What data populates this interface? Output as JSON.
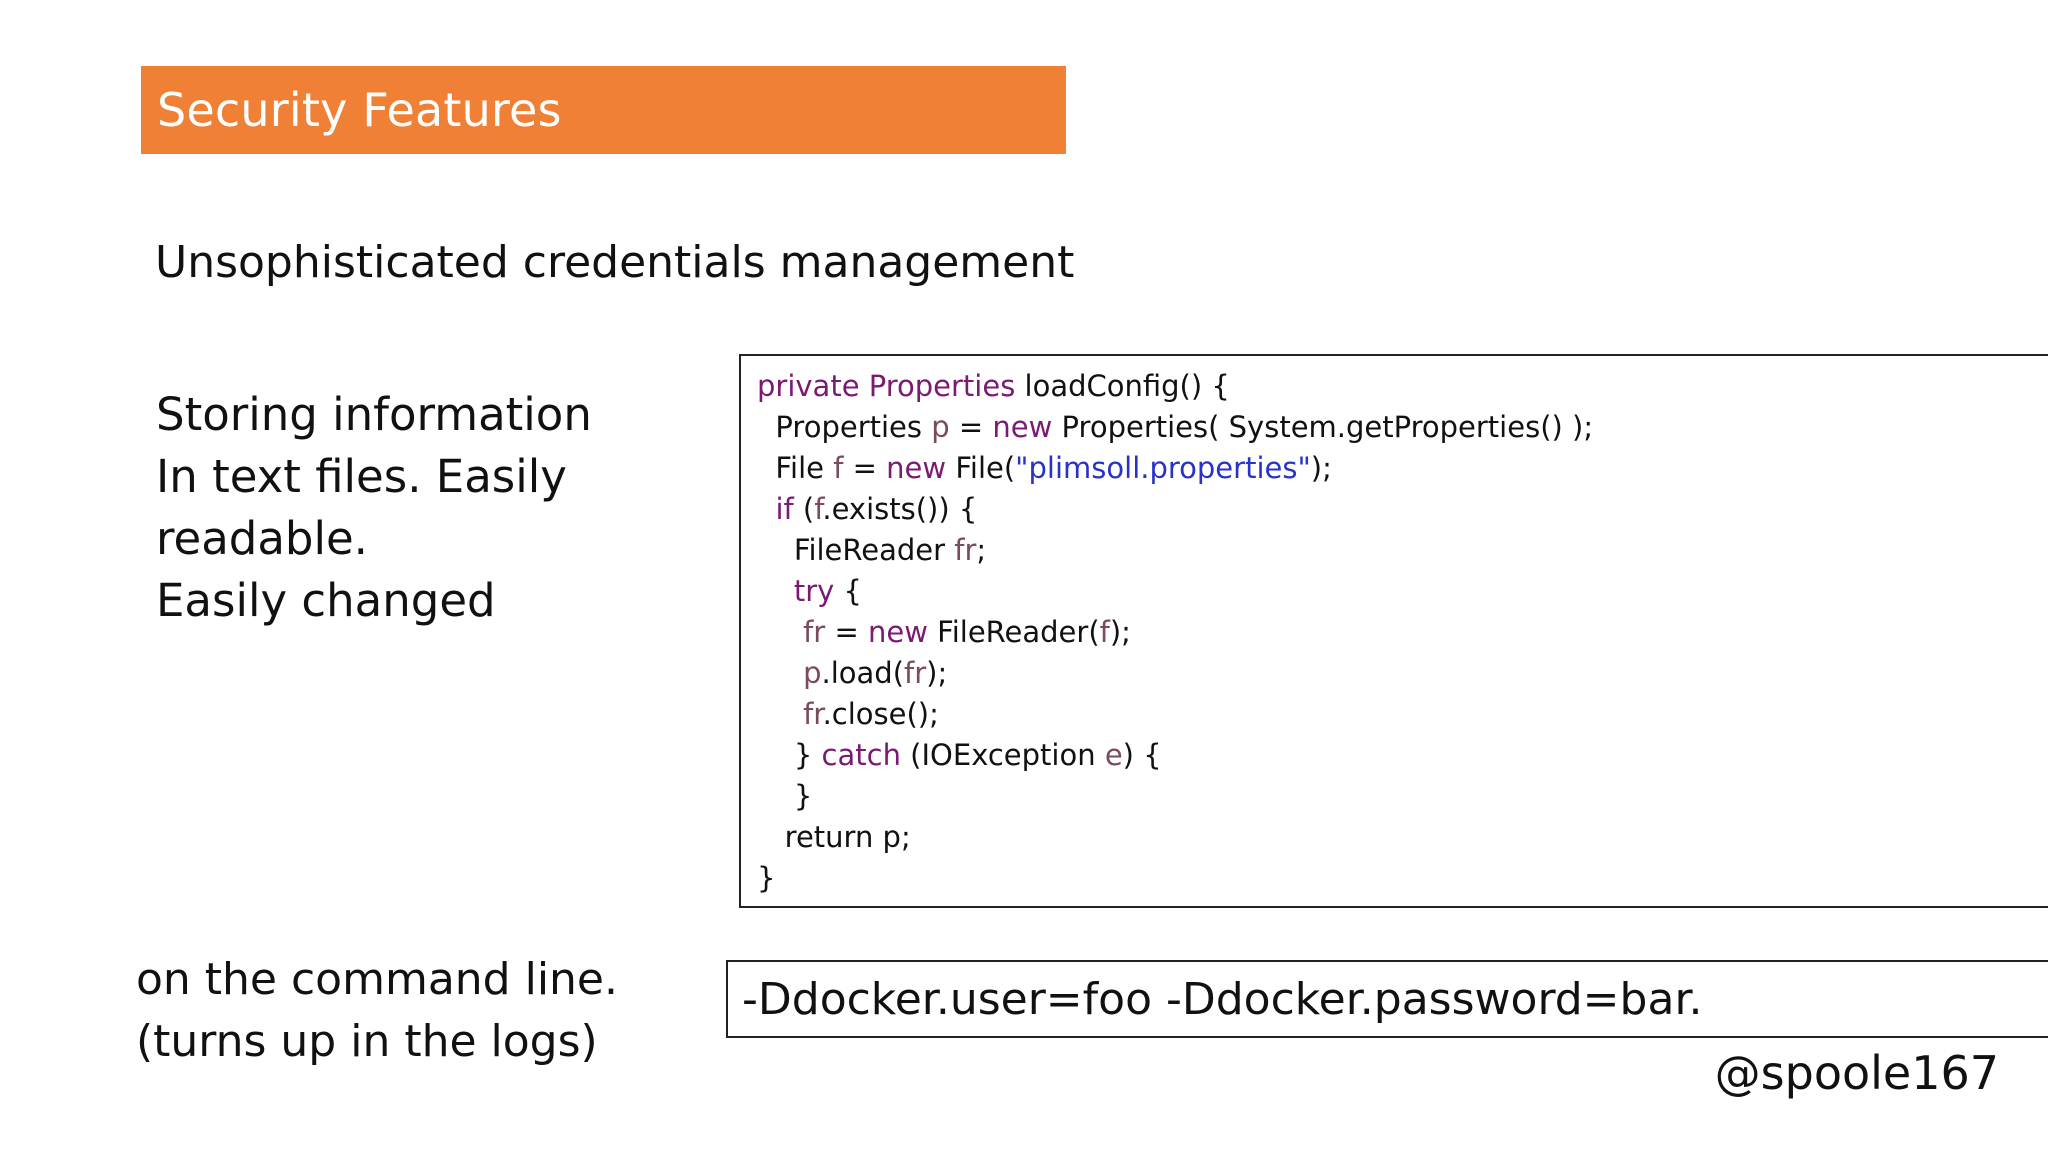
{
  "slide": {
    "title": "Security Features",
    "subtitle": "Unsophisticated credentials management",
    "left_lines": [
      "Storing information",
      "In text files.  Easily",
      "readable.",
      "Easily changed"
    ],
    "code_tokens": [
      [
        "private Properties",
        " loadConfig() {"
      ],
      [
        "  Properties ",
        "p",
        " = ",
        "new",
        " Properties( System.getProperties() );"
      ],
      [
        "  File ",
        "f",
        " = ",
        "new",
        " File(",
        "\"plimsoll.properties\"",
        ");"
      ],
      [
        "  ",
        "if",
        " (",
        "f",
        ".exists()) {"
      ],
      [
        "    FileReader ",
        "fr",
        ";"
      ],
      [
        "    ",
        "try",
        " {"
      ],
      [
        "     ",
        "fr",
        " = ",
        "new",
        " FileReader(",
        "f",
        ");"
      ],
      [
        "     ",
        "p",
        ".load(",
        "fr",
        ");"
      ],
      [
        "     ",
        "fr",
        ".close();"
      ],
      [
        "    } ",
        "catch",
        " (IOException ",
        "e",
        ") {"
      ],
      [
        "    }"
      ],
      [
        "   return p;"
      ],
      [
        "}"
      ]
    ],
    "command_lines": [
      "on the command line.",
      "(turns up in the logs)"
    ],
    "command_example": "-Ddocker.user=foo -Ddocker.password=bar.",
    "handle": "@spoole167",
    "colors": {
      "title_bar": "#ef8035",
      "keyword": "#7b1a73",
      "variable": "#7a4a5d",
      "string": "#2832c8"
    }
  }
}
